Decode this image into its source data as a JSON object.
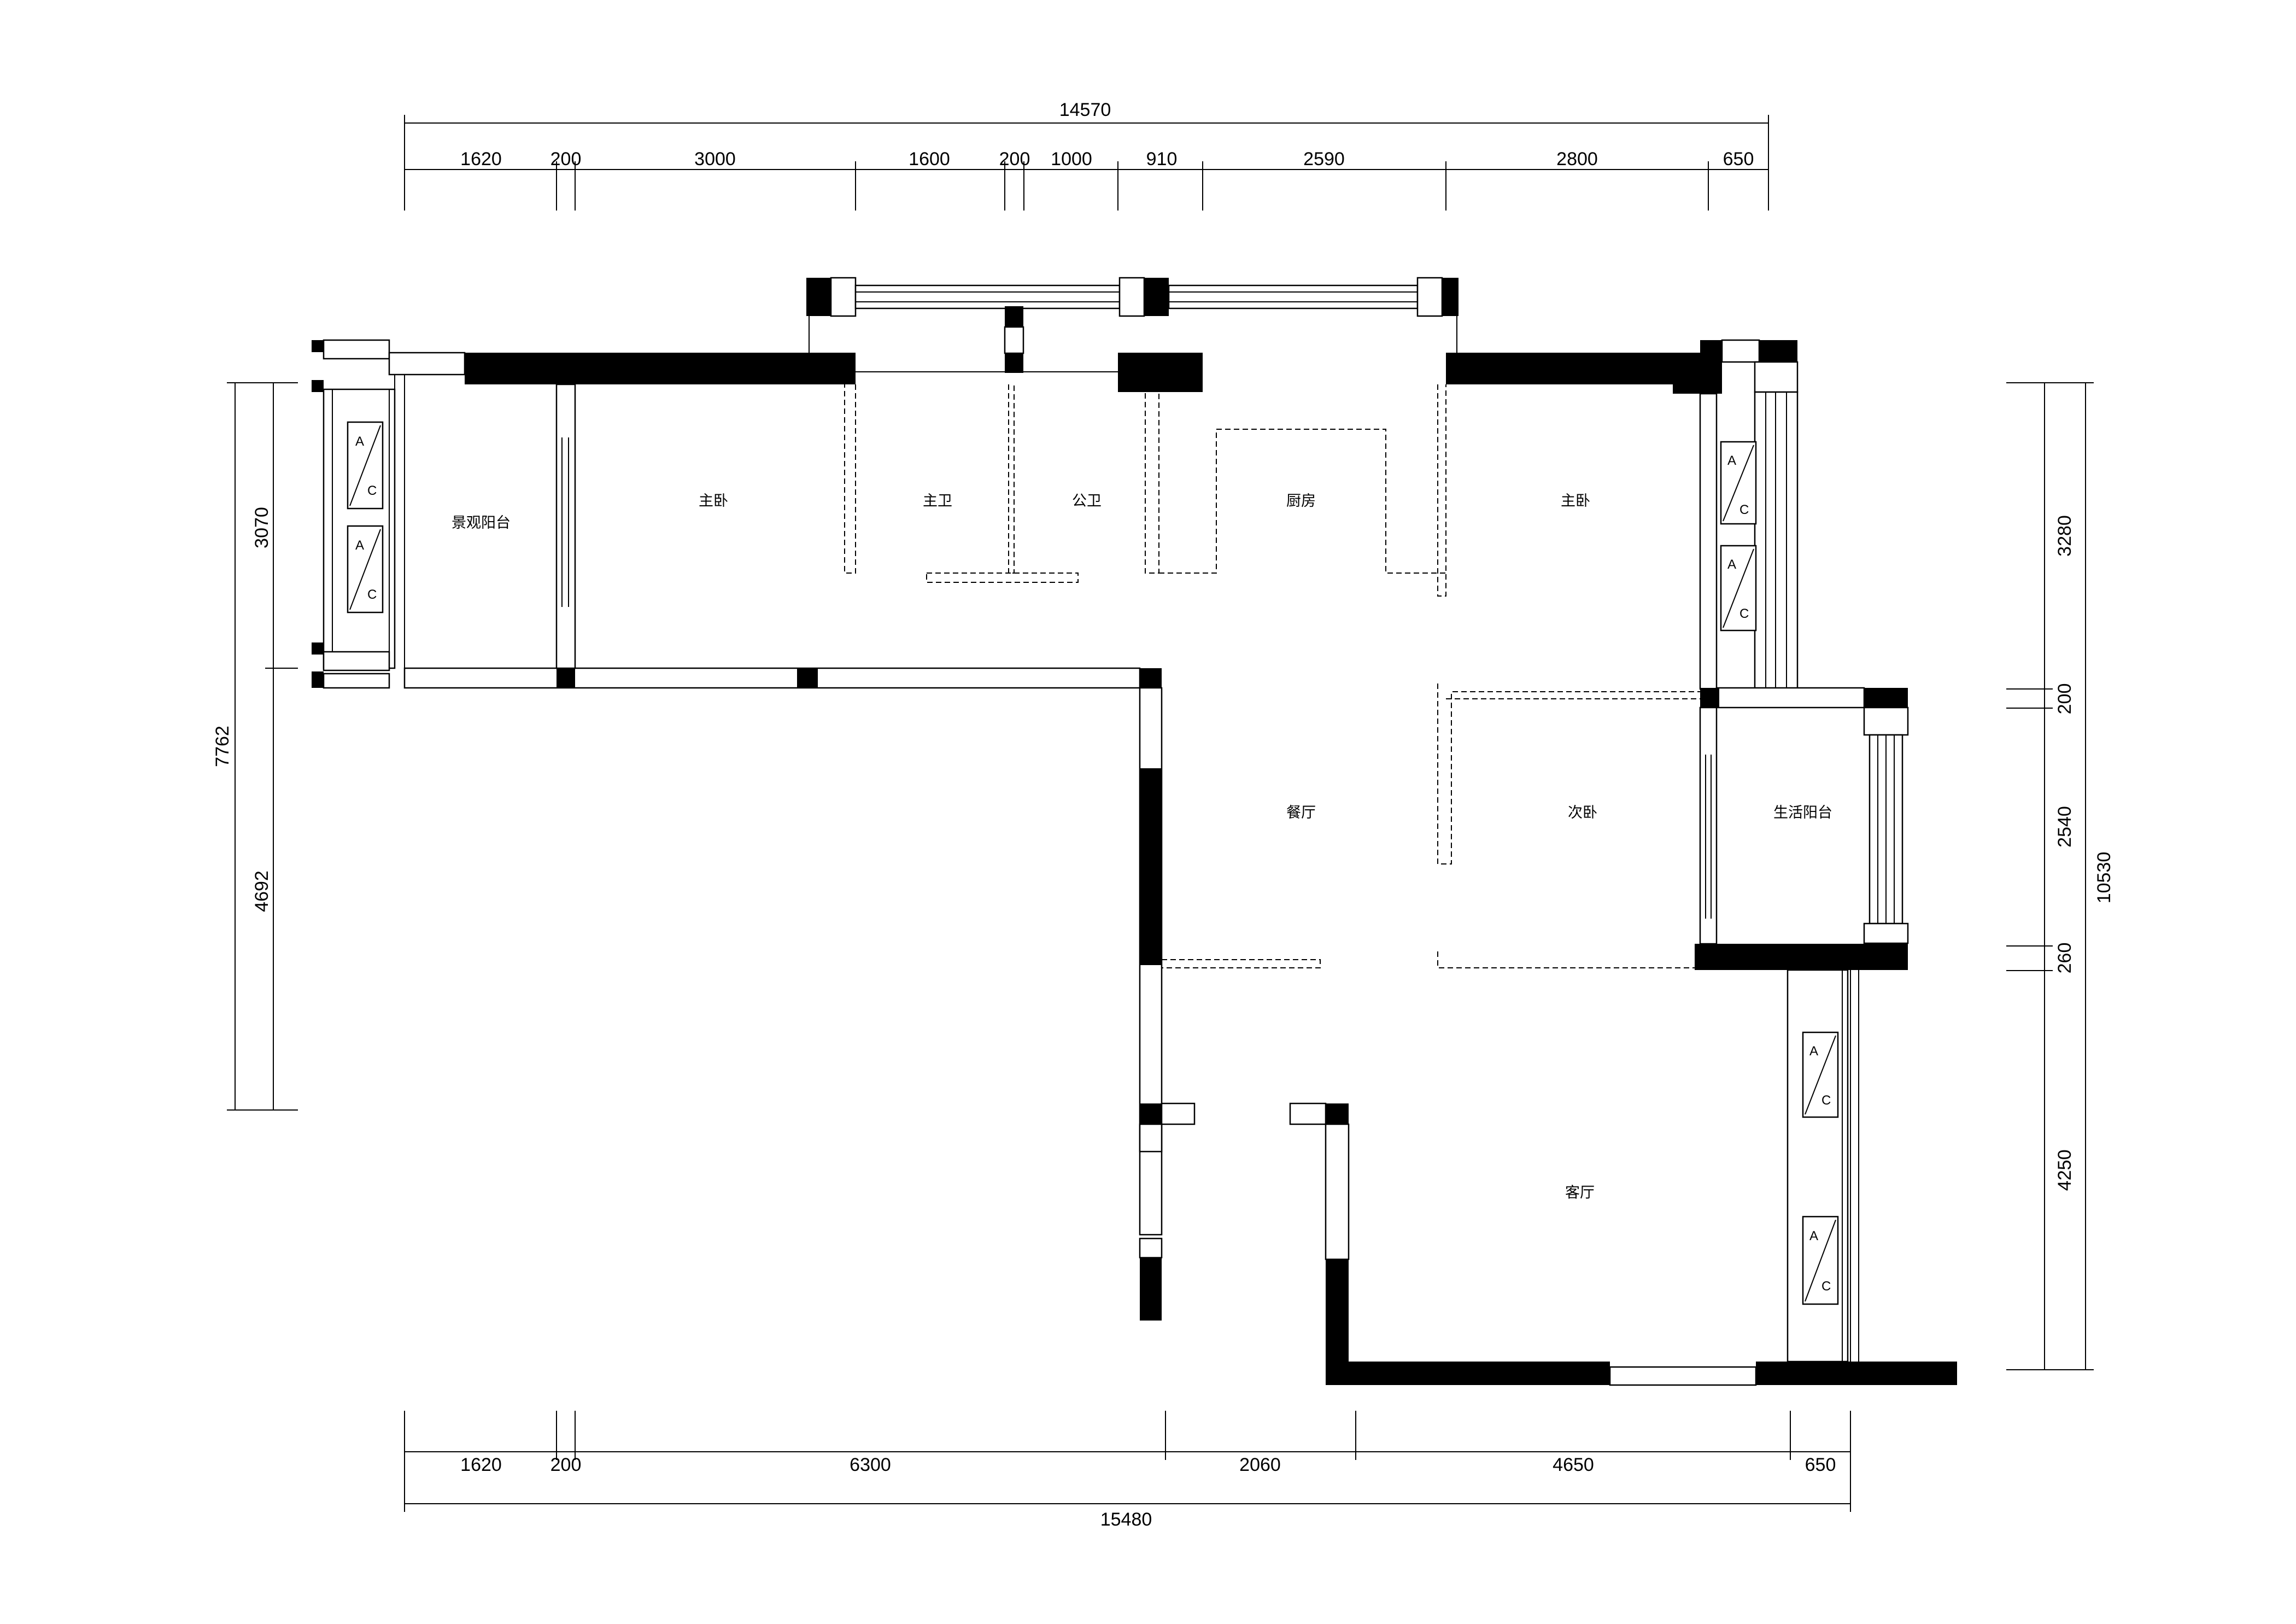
{
  "dimensions": {
    "top_total": "14570",
    "top_segments": [
      "1620",
      "200",
      "3000",
      "1600",
      "200",
      "1000",
      "910",
      "2590",
      "2800",
      "650"
    ],
    "bottom_total": "15480",
    "bottom_segments": [
      "1620",
      "200",
      "6300",
      "2060",
      "4650",
      "650"
    ],
    "left_total": "7762",
    "left_segments": [
      "3070",
      "4692"
    ],
    "right_total": "10530",
    "right_segments": [
      "3280",
      "200",
      "2540",
      "260",
      "4250"
    ]
  },
  "rooms": {
    "view_balcony": "景观阳台",
    "master_bedroom_left": "主卧",
    "master_bath": "主卫",
    "public_bath": "公卫",
    "kitchen": "厨房",
    "master_bedroom_right": "主卧",
    "dining_room": "餐厅",
    "second_bedroom": "次卧",
    "utility_balcony": "生活阳台",
    "living_room": "客厅"
  },
  "ac_unit": {
    "top_letter": "A",
    "bottom_letter": "C"
  }
}
